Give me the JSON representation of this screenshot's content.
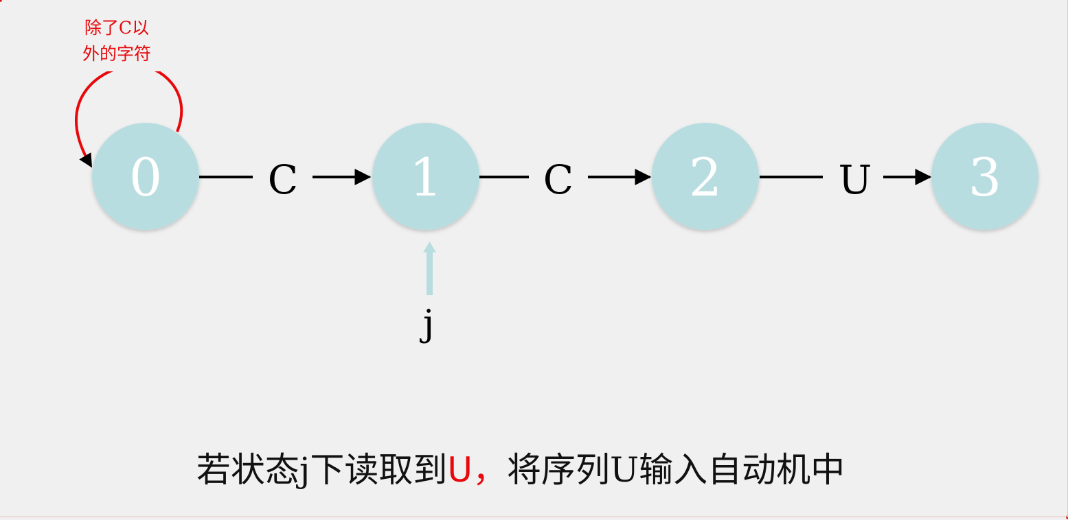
{
  "diagram": {
    "states": [
      {
        "id": "0",
        "label": "0"
      },
      {
        "id": "1",
        "label": "1"
      },
      {
        "id": "2",
        "label": "2"
      },
      {
        "id": "3",
        "label": "3"
      }
    ],
    "transitions": [
      {
        "from": "0",
        "to": "1",
        "label": "C"
      },
      {
        "from": "1",
        "to": "2",
        "label": "C"
      },
      {
        "from": "2",
        "to": "3",
        "label": "U"
      }
    ],
    "self_loop": {
      "state": "0",
      "label_line1": "除了C以",
      "label_line2": "外的字符"
    },
    "pointer": {
      "target_state": "1",
      "label": "j"
    },
    "caption": {
      "part1": "若状态j下读取到",
      "highlight": "U，",
      "part2": "将序列U输入自动机中"
    }
  },
  "colors": {
    "background": "#f0f0f0",
    "state_fill": "#b7dde0",
    "state_text": "#ffffff",
    "edge": "#000000",
    "loop": "#e8070a",
    "pointer": "#b7dde0",
    "highlight": "#e8070a",
    "text": "#111111"
  }
}
